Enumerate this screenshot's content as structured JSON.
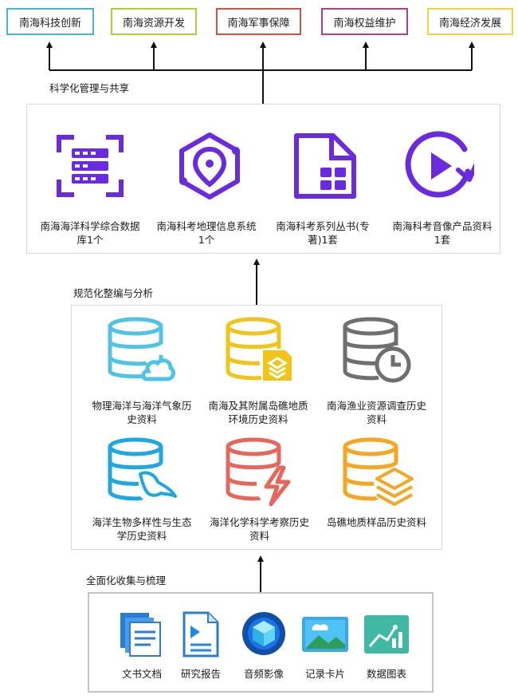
{
  "goals": [
    {
      "label": "南海科技创新",
      "color": "#4db6c6"
    },
    {
      "label": "南海资源开发",
      "color": "#a8d23a"
    },
    {
      "label": "南海军事保障",
      "color": "#c9554a"
    },
    {
      "label": "南海权益维护",
      "color": "#b03f8a"
    },
    {
      "label": "南海经济发展",
      "color": "#ecd54a"
    }
  ],
  "stage_top": {
    "label": "科学化管理与共享",
    "items": [
      {
        "label": "南海海洋科学综合数据库1个",
        "icon": "qr-database-icon"
      },
      {
        "label": "南海科考地理信息系统1个",
        "icon": "map-pin-hexagon-icon"
      },
      {
        "label": "南海科考系列丛书(专著)1套",
        "icon": "document-grid-icon"
      },
      {
        "label": "南海科考音像产品资料1套",
        "icon": "play-circle-icon"
      }
    ],
    "accent": "#6a2be0"
  },
  "stage_mid": {
    "label": "规范化整编与分析",
    "items": [
      {
        "label": "物理海洋与海洋气象历史资料",
        "icon": "database-cloud-icon",
        "color": "#4fc3e6"
      },
      {
        "label": "南海及其附属岛礁地质环境历史资料",
        "icon": "database-layers-icon",
        "color": "#f0c419"
      },
      {
        "label": "南海渔业资源调查历史资料",
        "icon": "database-clock-icon",
        "color": "#6f6f6f"
      },
      {
        "label": "海洋生物多样性与生态学历史资料",
        "icon": "database-fish-icon",
        "color": "#1ea7e1"
      },
      {
        "label": "海洋化学科学考察历史资料",
        "icon": "database-lightning-icon",
        "color": "#e8655b"
      },
      {
        "label": "岛礁地质样品历史资料",
        "icon": "database-stack-icon",
        "color": "#f5a623"
      }
    ]
  },
  "stage_bottom": {
    "label": "全面化收集与梳理",
    "items": [
      {
        "label": "文书文档",
        "icon": "documents-icon"
      },
      {
        "label": "研究报告",
        "icon": "report-icon"
      },
      {
        "label": "音频影像",
        "icon": "media-sphere-icon"
      },
      {
        "label": "记录卡片",
        "icon": "picture-card-icon"
      },
      {
        "label": "数据图表",
        "icon": "chart-icon"
      }
    ]
  }
}
